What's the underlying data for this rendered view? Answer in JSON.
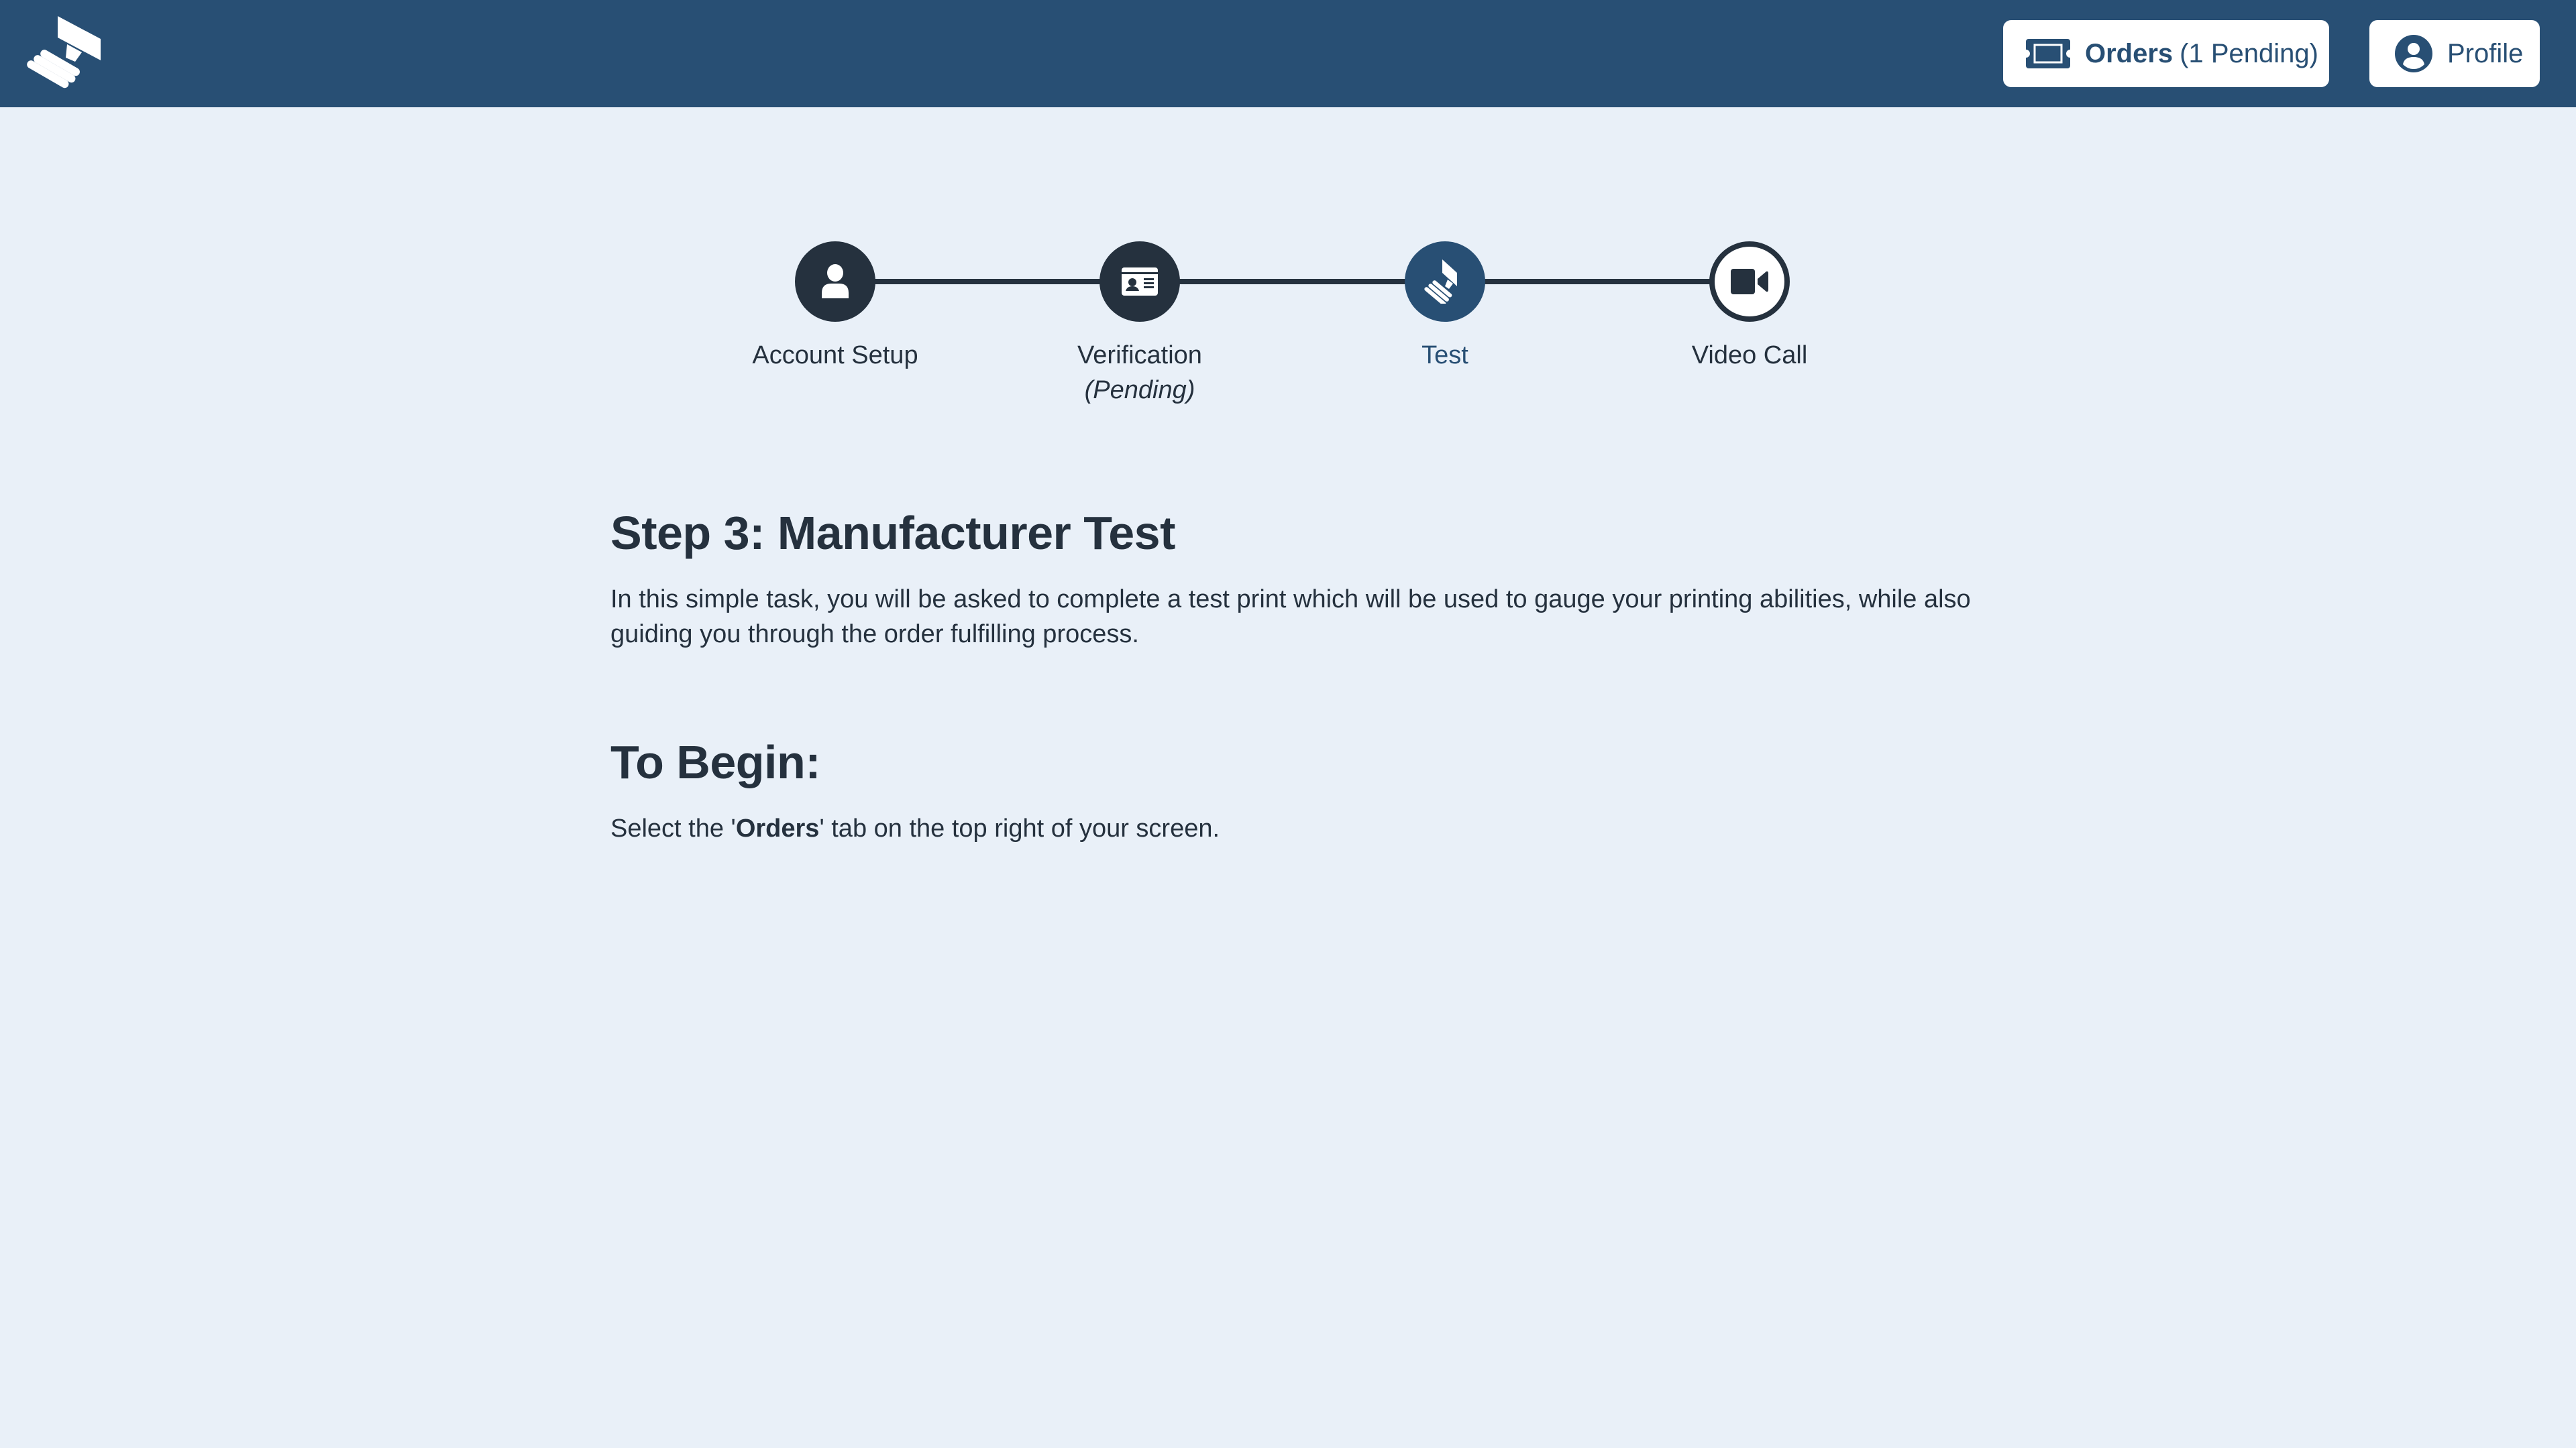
{
  "header": {
    "logo": "printer-logo-icon",
    "orders_button": {
      "icon": "ticket-icon",
      "label": "Orders",
      "status": "(1 Pending)"
    },
    "profile_button": {
      "icon": "user-circle-icon",
      "label": "Profile"
    }
  },
  "stepper": {
    "steps": [
      {
        "label": "Account Setup",
        "sublabel": "",
        "icon": "user-icon",
        "state": "completed"
      },
      {
        "label": "Verification",
        "sublabel": "(Pending)",
        "icon": "id-card-icon",
        "state": "completed"
      },
      {
        "label": "Test",
        "sublabel": "",
        "icon": "printer-icon",
        "state": "active"
      },
      {
        "label": "Video Call",
        "sublabel": "",
        "icon": "video-camera-icon",
        "state": "upcoming"
      }
    ]
  },
  "content": {
    "title": "Step 3: Manufacturer Test",
    "intro": "In this simple task, you will be asked to complete a test print which will be used to gauge your printing abilities, while also guiding you through the order fulfilling process.",
    "begin_heading": "To Begin:",
    "instruction": {
      "prefix": "Select the '",
      "bold": "Orders",
      "suffix": "' tab on the top right of your screen."
    }
  },
  "colors": {
    "header_bg": "#284f74",
    "page_bg": "#e9f0f8",
    "text_dark": "#25313e",
    "accent": "#284f74",
    "button_bg": "#ffffff"
  }
}
